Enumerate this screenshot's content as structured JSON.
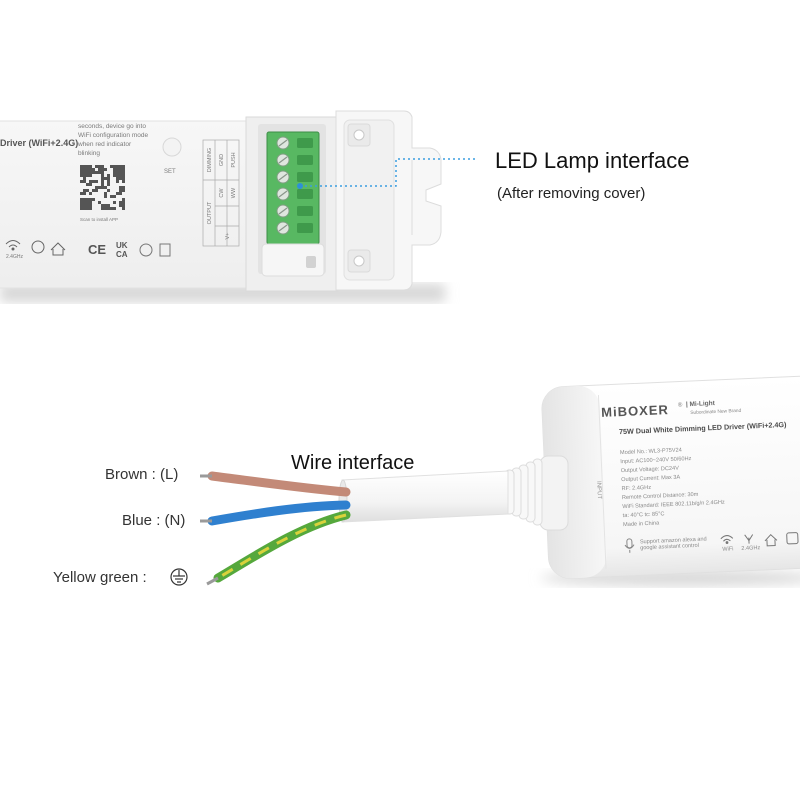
{
  "callouts": {
    "led_lamp_interface": "LED Lamp interface",
    "after_removing_cover": "(After removing cover)",
    "wire_interface": "Wire interface"
  },
  "wires": [
    {
      "label": "Brown : (L)",
      "color": "#c38a78"
    },
    {
      "label": "Blue : (N)",
      "color": "#2f80cf"
    },
    {
      "label": "Yellow green :",
      "color": "#55a83c",
      "stripe_color": "#d9d23c",
      "icon": "ground-icon"
    }
  ],
  "callout_color": "#3a9ee0",
  "top_driver": {
    "title_fragment": "Driver (WiFi+2.4G)",
    "instructions": [
      "seconds, device go into",
      "WiFi configuration mode",
      "when red indicator",
      "blinking"
    ],
    "qr_caption": "Scan to install APP",
    "set_button": "SET",
    "terminal_table": {
      "dimming": "DIMMING",
      "gnd": "GND",
      "push": "PUSH",
      "output": "OUTPUT",
      "cw": "CW",
      "ww": "WW",
      "v_plus": "V+"
    },
    "band": "2.4GHz",
    "marks": {
      "ce": "CE",
      "uk": "UK",
      "ca": "CA"
    },
    "terminal_color": "#58b862"
  },
  "bottom_driver": {
    "brand": "MiBOXER",
    "registered": "®",
    "sub_brand": "| Mi-Light",
    "sub_brand_tagline": "Subordinate New Brand",
    "product_name": "75W Dual White Dimming LED Driver (WiFi+2.4G)",
    "specs": [
      "Model No.: WL3-P75V24",
      "Input: AC100~240V  50/60Hz",
      "Output Voltage: DC24V",
      "Output Current: Max 3A",
      "RF: 2.4GHz",
      "Remote Control Distance: 30m",
      "WiFi Standard: IEEE 802.11b/g/n  2.4GHz",
      "ta: 40°C   tc: 85°C",
      "Made in China"
    ],
    "voice_note": [
      "Support amazon alexa and",
      "google assistant control"
    ],
    "wifi_label": "WiFi",
    "band_label": "2.4GHz",
    "port_label": "INPUT"
  }
}
